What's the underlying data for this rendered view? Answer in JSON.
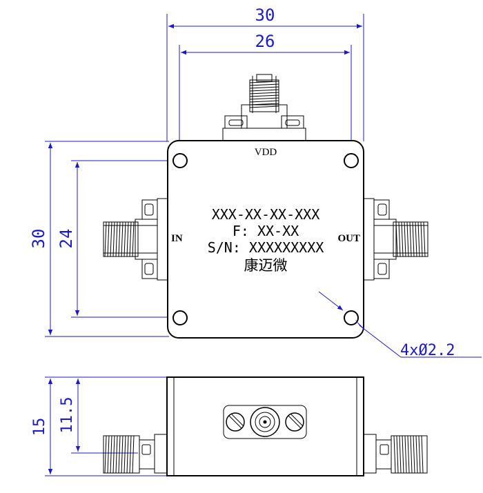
{
  "dimensions": {
    "top_width": "30",
    "top_inner_width": "26",
    "left_height": "30",
    "left_inner_height": "24",
    "side_height": "15",
    "side_inner_height": "11.5",
    "hole_callout": "4xØ2.2"
  },
  "labels": {
    "vdd": "VDD",
    "input": "IN",
    "output": "OUT"
  },
  "nameplate": {
    "model": "XXX-XX-XX-XXX",
    "frequency": "F: XX-XX",
    "serial": "S/N: XXXXXXXXX",
    "brand": "康迈微"
  }
}
